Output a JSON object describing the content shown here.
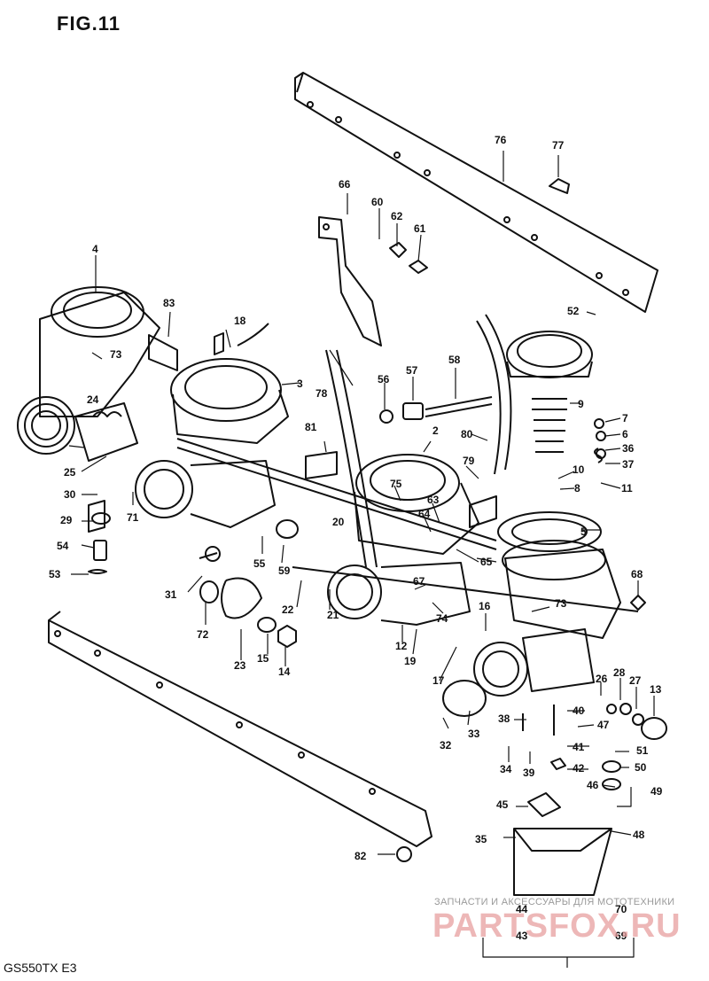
{
  "figure": {
    "title": "FIG.11",
    "model": "GS550TX  E3",
    "watermark_caption": "ЗАПЧАСТИ И АКСЕССУАРЫ ДЛЯ МОТОТЕХНИКИ",
    "watermark_brand": "PARTSFOX.RU"
  },
  "colors": {
    "ink": "#111111",
    "watermark": "#e8a0a0",
    "background": "#ffffff"
  },
  "part_numbers": [
    "2",
    "3",
    "4",
    "5",
    "6",
    "7",
    "8",
    "9",
    "10",
    "11",
    "12",
    "13",
    "14",
    "15",
    "16",
    "17",
    "18",
    "19",
    "20",
    "21",
    "22",
    "23",
    "24",
    "25",
    "26",
    "27",
    "28",
    "29",
    "30",
    "31",
    "32",
    "33",
    "34",
    "35",
    "36",
    "37",
    "38",
    "39",
    "40",
    "41",
    "42",
    "43",
    "44",
    "45",
    "46",
    "47",
    "48",
    "49",
    "50",
    "51",
    "52",
    "53",
    "54",
    "55",
    "56",
    "57",
    "58",
    "59",
    "60",
    "61",
    "62",
    "63",
    "64",
    "65",
    "66",
    "67",
    "68",
    "69",
    "70",
    "71",
    "72",
    "73",
    "73",
    "74",
    "75",
    "76",
    "77",
    "78",
    "79",
    "80",
    "81",
    "82",
    "83"
  ]
}
